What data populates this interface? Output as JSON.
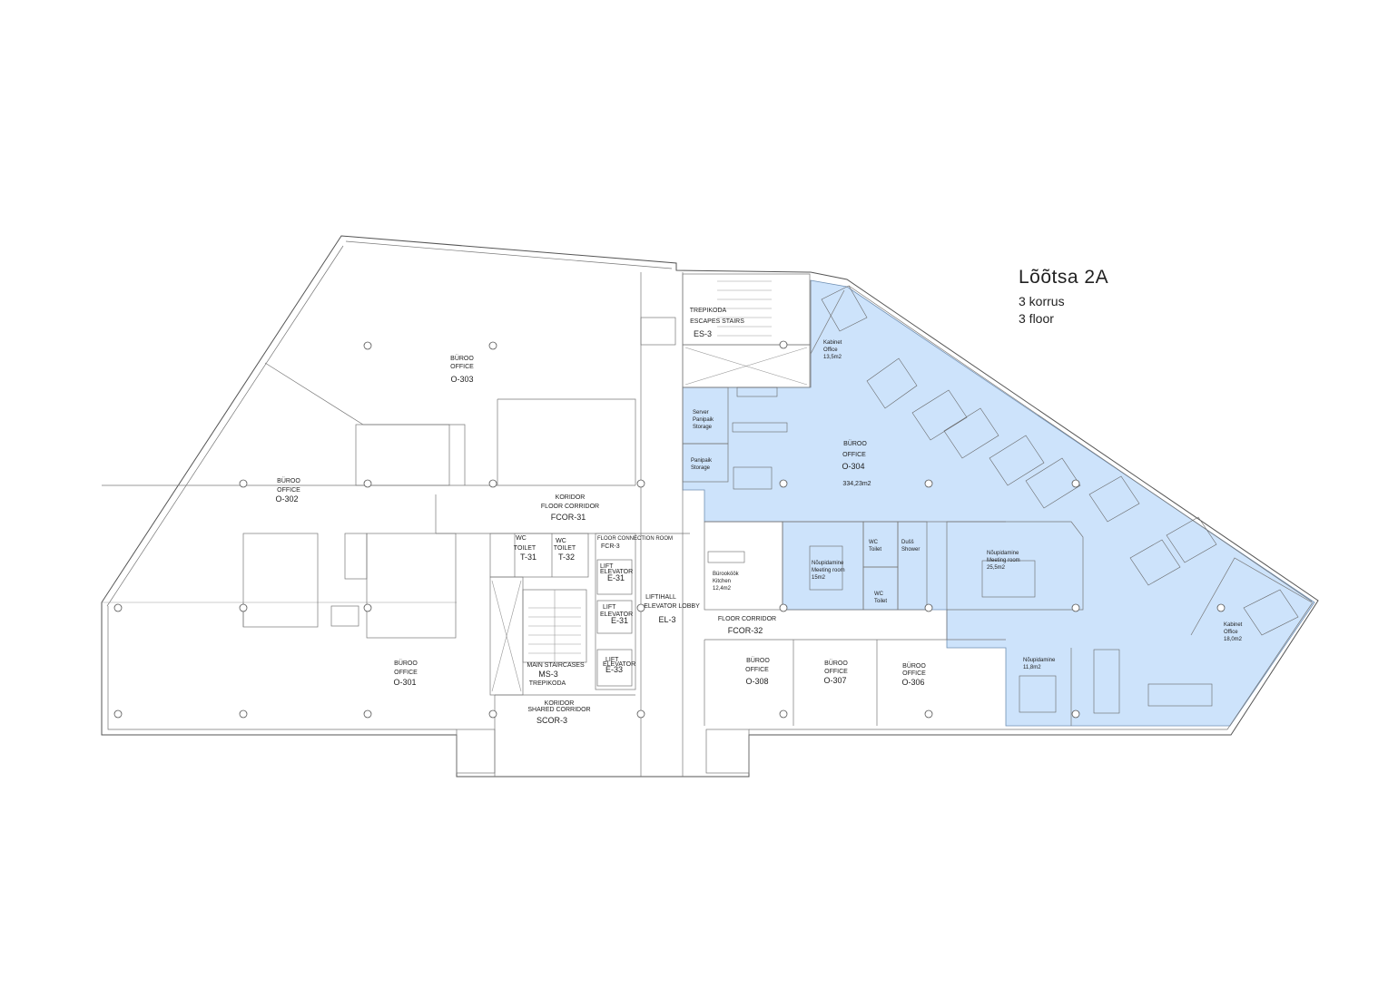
{
  "title": {
    "building": "Lõõtsa  2A",
    "floor_et": "3 korrus",
    "floor_en": "3 floor"
  },
  "highlight_color": "#cde3fb",
  "rooms": {
    "o303": {
      "l1": "BÜROO",
      "l2": "OFFICE",
      "code": "O-303"
    },
    "o302": {
      "l1": "BÜROO",
      "l2": "OFFICE",
      "code": "O-302"
    },
    "o301": {
      "l1": "BÜROO",
      "l2": "OFFICE",
      "code": "O-301"
    },
    "fcor31": {
      "l1": "KORIDOR",
      "l2": "FLOOR CORRIDOR",
      "code": "FCOR-31"
    },
    "t31": {
      "l1": "WC",
      "l2": "TOILET",
      "code": "T-31"
    },
    "t32": {
      "l1": "WC",
      "l2": "TOILET",
      "code": "T-32"
    },
    "fcr3": {
      "l1": "FLOOR CONNECTION ROOM",
      "code": "FCR-3"
    },
    "e31a": {
      "l1": "LIFT",
      "l2": "ELEVATOR",
      "code": "E-31"
    },
    "e31b": {
      "l1": "LIFT",
      "l2": "ELEVATOR",
      "code": "E-31"
    },
    "e33": {
      "l1": "LIFT",
      "l2": "ELEVATOR",
      "code": "E-33"
    },
    "el3": {
      "l1": "LIFTIHALL",
      "l2": "ELEVATOR LOBBY",
      "code": "EL-3"
    },
    "ms3": {
      "l1": "MAIN STAIRCASES",
      "code": "MS-3",
      "l2": "TREPIKODA"
    },
    "scor3": {
      "l1": "KORIDOR",
      "l2": "SHARED CORRIDOR",
      "code": "SCOR-3"
    },
    "es3": {
      "l1": "TREPIKODA",
      "l2": "ESCAPES STAIRS",
      "code": "ES-3"
    },
    "fcor32": {
      "l1": "FLOOR CORRIDOR",
      "code": "FCOR-32"
    },
    "o308": {
      "l1": "BÜROO",
      "l2": "OFFICE",
      "code": "O-308"
    },
    "o307": {
      "l1": "BÜROO",
      "l2": "OFFICE",
      "code": "O-307"
    },
    "o306": {
      "l1": "BÜROO",
      "l2": "OFFICE",
      "code": "O-306"
    },
    "o304": {
      "l1": "BÜROO",
      "l2": "OFFICE",
      "code": "O-304",
      "area": "334,23m2"
    },
    "server": {
      "l1": "Server",
      "l2": "Panipaik",
      "l3": "Storage"
    },
    "storage": {
      "l1": "Panipaik",
      "l2": "Storage"
    },
    "kabinet1": {
      "l1": "Kabinet",
      "l2": "Office",
      "l3": "13,5m2"
    },
    "kabinet2": {
      "l1": "Kabinet",
      "l2": "Office",
      "l3": "18,0m2"
    },
    "kitchen": {
      "l1": "Bürooköök",
      "l2": "Kitchen",
      "l3": "12,4m2"
    },
    "meet15": {
      "l1": "Nõupidamine",
      "l2": "Meeting room",
      "l3": "15m2"
    },
    "meet25": {
      "l1": "Nõupidamine",
      "l2": "Meeting room",
      "l3": "25,5m2"
    },
    "meet11": {
      "l1": "Nõupidamine",
      "l2": "11,8m2"
    },
    "wc1": {
      "l1": "WC",
      "l2": "Toilet"
    },
    "wc2": {
      "l1": "WC",
      "l2": "Toilet"
    },
    "shower": {
      "l1": "Dušš",
      "l2": "Shower"
    }
  }
}
